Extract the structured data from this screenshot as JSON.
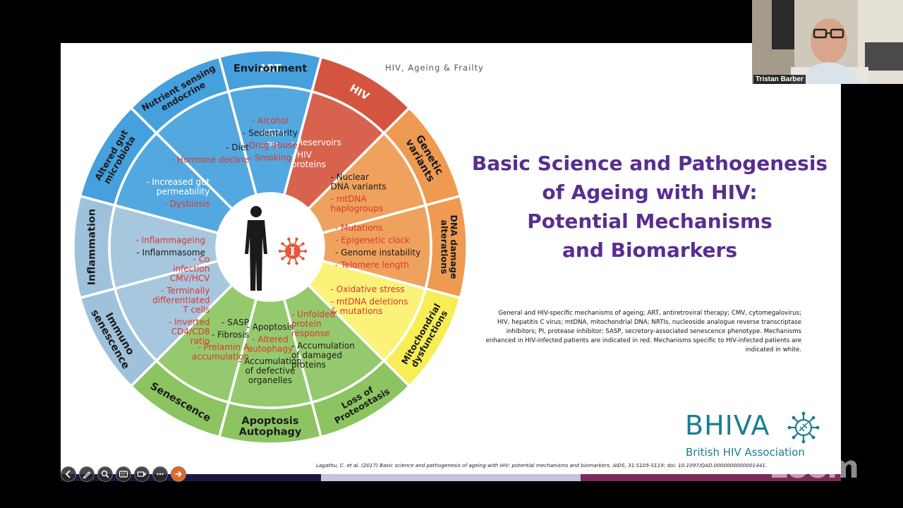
{
  "slide": {
    "header": "HIV, Ageing & Frailty",
    "title_lines": [
      "Basic Science and Pathogenesis",
      "of Ageing with HIV:",
      "Potential Mechanisms",
      "and Biomarkers"
    ],
    "caption_lines": [
      "General and HIV-specific mechanisms of ageing; ART, antiretroviral therapy; CMV, cytomegalovirus;",
      "HIV, hepatitis C virus; mtDNA, mitochondrial DNA; NRTIs, nucleoside analogue reverse transcriptase",
      "inhibitors; PI, protease inhibitor; SASP, secretory-associated senescence phenotype. Mechanisms",
      "enhanced in HIV-infected patients are indicated in red. Mechanisms specific to HIV-infected patients are",
      "indicated in white."
    ],
    "citation": "Lagathu, C. et al. (2017) Basic science and pathogenesis of ageing with HIV: potential mechanisms and biomarkers. AIDS, 31:S105-S119; doi: 10.1097/QAD.0000000000001441.",
    "logo": {
      "name": "BHIVA",
      "subtitle": "British HIV Association"
    }
  },
  "wheel": {
    "colors": {
      "red": "#d4553f",
      "orange": "#ee9a50",
      "yellow": "#f7ee55",
      "green": "#8cc461",
      "lightblue": "#9fc2dc",
      "blue": "#45a0dd",
      "textRed": "#d9372a",
      "textDark": "#1b1b1b"
    },
    "sectors": [
      {
        "id": "art",
        "name": [
          "ART"
        ],
        "color": "red",
        "start": -15,
        "end": 15,
        "items": [
          {
            "lines": [
              "- NRTIs"
            ],
            "c": "w"
          },
          {
            "lines": [
              "- PIs"
            ],
            "c": "w"
          }
        ]
      },
      {
        "id": "hiv",
        "name": [
          "HIV"
        ],
        "color": "red",
        "start": 15,
        "end": 45,
        "items": [
          {
            "lines": [
              "- Reservoirs"
            ],
            "c": "w"
          },
          {
            "lines": [
              "- HIV",
              "proteins"
            ],
            "c": "w"
          }
        ]
      },
      {
        "id": "genetic",
        "name": [
          "Genetic",
          "variants"
        ],
        "color": "orange",
        "start": 45,
        "end": 75,
        "items": [
          {
            "lines": [
              "- Nuclear",
              "DNA variants"
            ],
            "c": "d"
          },
          {
            "lines": [
              "- mtDNA",
              "haplogroups"
            ],
            "c": "r"
          }
        ]
      },
      {
        "id": "dna",
        "name": [
          "DNA damage",
          "alterations"
        ],
        "color": "orange",
        "start": 75,
        "end": 105,
        "items": [
          {
            "lines": [
              "- Mutations"
            ],
            "c": "r"
          },
          {
            "lines": [
              "- Epigenetic clock"
            ],
            "c": "r"
          },
          {
            "lines": [
              "- Genome instability"
            ],
            "c": "d"
          },
          {
            "lines": [
              "- Telomere length"
            ],
            "c": "r"
          }
        ]
      },
      {
        "id": "mito",
        "name": [
          "Mitochondrial",
          "dysfunctions"
        ],
        "color": "yellow",
        "start": 105,
        "end": 135,
        "items": [
          {
            "lines": [
              "- Oxidative stress"
            ],
            "c": "r"
          },
          {
            "lines": [
              "- mtDNA deletions",
              "& mutations"
            ],
            "c": "r"
          }
        ]
      },
      {
        "id": "proteo",
        "name": [
          "Loss of",
          "Proteostasis"
        ],
        "color": "green",
        "start": 135,
        "end": 165,
        "items": [
          {
            "lines": [
              "- Unfolded",
              "protein",
              "response"
            ],
            "c": "r"
          },
          {
            "lines": [
              "- Accumulation",
              "of damaged",
              "proteins"
            ],
            "c": "d"
          }
        ]
      },
      {
        "id": "apop",
        "name": [
          "Apoptosis",
          "Autophagy"
        ],
        "color": "green",
        "start": 165,
        "end": 195,
        "items": [
          {
            "lines": [
              "- Apoptosis"
            ],
            "c": "d"
          },
          {
            "lines": [
              "- Altered",
              "autophagy"
            ],
            "c": "r"
          },
          {
            "lines": [
              "- Accumulation",
              "of defective",
              "organelles"
            ],
            "c": "d"
          }
        ]
      },
      {
        "id": "senes",
        "name": [
          "Senescence"
        ],
        "color": "green",
        "start": 195,
        "end": 225,
        "items": [
          {
            "lines": [
              "- SASP"
            ],
            "c": "d"
          },
          {
            "lines": [
              "- Fibrosis"
            ],
            "c": "d"
          },
          {
            "lines": [
              "- Prelamin A",
              "accumulation"
            ],
            "c": "r"
          }
        ]
      },
      {
        "id": "immuno",
        "name": [
          "Immuno",
          "senescence"
        ],
        "color": "lightblue",
        "start": 225,
        "end": 255,
        "items": [
          {
            "lines": [
              "- Co",
              "infection",
              "CMV/HCV"
            ],
            "c": "r"
          },
          {
            "lines": [
              "- Terminally",
              "differentiated",
              "T cells"
            ],
            "c": "r"
          },
          {
            "lines": [
              "- Inverted",
              "CD4/CD8",
              "ratio"
            ],
            "c": "r"
          }
        ]
      },
      {
        "id": "inflam",
        "name": [
          "Inflammation"
        ],
        "color": "lightblue",
        "start": 255,
        "end": 285,
        "items": [
          {
            "lines": [
              "- Inflammageing"
            ],
            "c": "r"
          },
          {
            "lines": [
              "- Inflammasome"
            ],
            "c": "d"
          }
        ]
      },
      {
        "id": "gut",
        "name": [
          "Altered gut",
          "microbiota"
        ],
        "color": "blue",
        "start": 285,
        "end": 315,
        "items": [
          {
            "lines": [
              "- Increased gut",
              "permeability"
            ],
            "c": "w"
          },
          {
            "lines": [
              "- Dysbiosis"
            ],
            "c": "r"
          }
        ]
      },
      {
        "id": "nutrient",
        "name": [
          "Nutrient sensing",
          "endocrine"
        ],
        "color": "blue",
        "start": 315,
        "end": 345,
        "items": [
          {
            "lines": [
              "- Diet"
            ],
            "c": "d"
          },
          {
            "lines": [
              "- Hormone decline"
            ],
            "c": "r"
          }
        ]
      },
      {
        "id": "env",
        "name": [
          "Environment"
        ],
        "color": "blue",
        "start": 345,
        "end": 375,
        "items": [
          {
            "lines": [
              "- Alcohol"
            ],
            "c": "r"
          },
          {
            "lines": [
              "- Sedentarity"
            ],
            "c": "d"
          },
          {
            "lines": [
              "- Drug abuse"
            ],
            "c": "r"
          },
          {
            "lines": [
              "- Smoking"
            ],
            "c": "r"
          }
        ]
      }
    ]
  },
  "toolbar": {
    "icons": [
      "back-arrow-icon",
      "pen-icon",
      "magnifier-icon",
      "captions-icon",
      "video-icon",
      "more-icon",
      "next-arrow-icon"
    ],
    "progress_colors": [
      "#1b1840",
      "#c7c3dc",
      "#7b2a5a"
    ]
  },
  "webcam": {
    "speaker_name": "Tristan Barber"
  },
  "watermark": "zoom"
}
